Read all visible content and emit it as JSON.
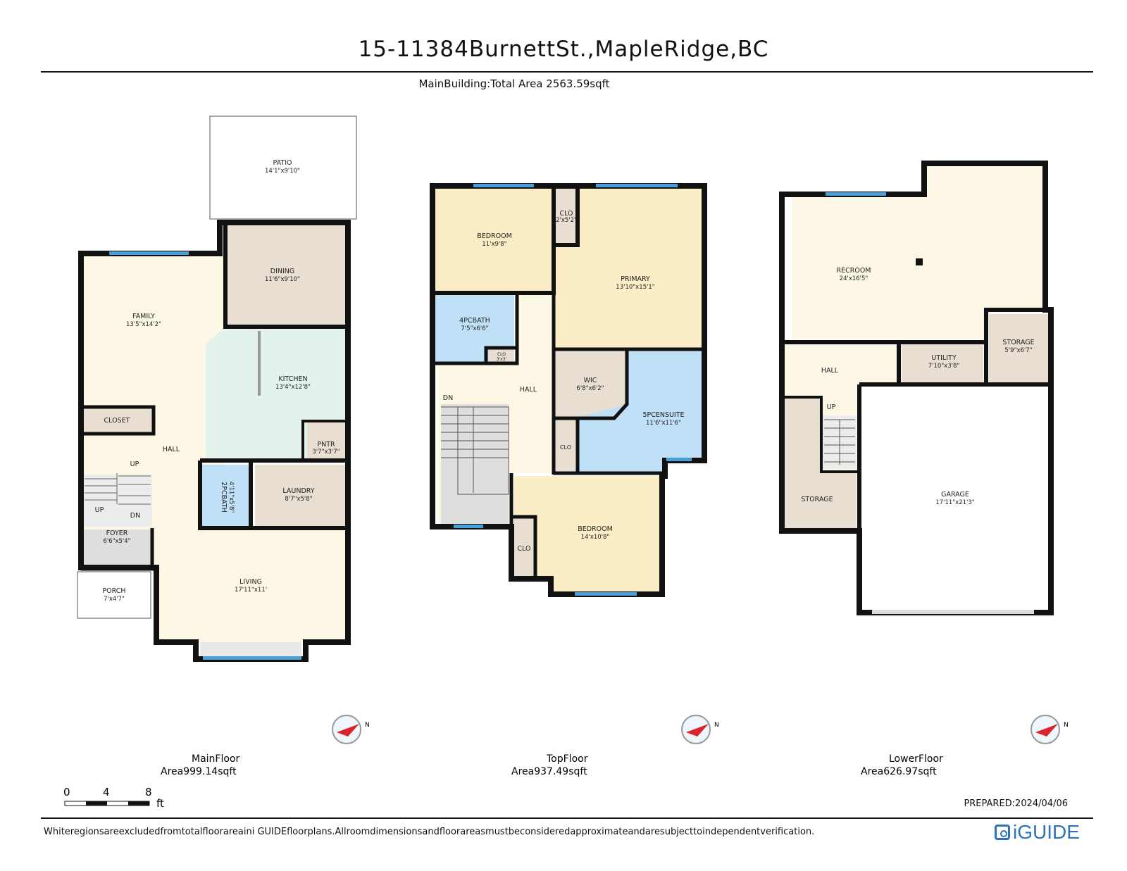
{
  "header": {
    "title": "15-11384BurnettSt.,MapleRidge,BC",
    "subtitle": "MainBuilding:Total Area 2563.59sqft"
  },
  "colors": {
    "wall": "#111111",
    "cream": "#fdf8e6",
    "yellow": "#fbedc5",
    "tan": "#e8ded1",
    "blue": "#bfe0f6",
    "mint": "#e3f3ec",
    "gray": "#dedede",
    "window": "#4b9fd8"
  },
  "floors": [
    {
      "name": "MainFloor",
      "area": "Area999.14sqft",
      "rooms": [
        {
          "name": "PATIO",
          "dim": "14'1\"x9'10\""
        },
        {
          "name": "DINING",
          "dim": "11'6\"x9'10\""
        },
        {
          "name": "FAMILY",
          "dim": "13'5\"x14'2\""
        },
        {
          "name": "KITCHEN",
          "dim": "13'4\"x12'8\""
        },
        {
          "name": "CLOSET",
          "dim": ""
        },
        {
          "name": "HALL",
          "dim": ""
        },
        {
          "name": "PNTR",
          "dim": "3'7\"x3'7\""
        },
        {
          "name": "2PCBATH",
          "dim": "4'11\"x5'8\""
        },
        {
          "name": "LAUNDRY",
          "dim": "8'7\"x5'8\""
        },
        {
          "name": "FOYER",
          "dim": "6'6\"x5'4\""
        },
        {
          "name": "PORCH",
          "dim": "7'x4'7\""
        },
        {
          "name": "LIVING",
          "dim": "17'11\"x11'"
        }
      ],
      "stairs": [
        "UP",
        "UP",
        "DN"
      ]
    },
    {
      "name": "TopFloor",
      "area": "Area937.49sqft",
      "rooms": [
        {
          "name": "BEDROOM",
          "dim": "11'x9'8\""
        },
        {
          "name": "CLO",
          "dim": "2'x5'2\""
        },
        {
          "name": "PRIMARY",
          "dim": "13'10\"x15'1\""
        },
        {
          "name": "4PCBATH",
          "dim": "7'5\"x6'6\""
        },
        {
          "name": "CLO",
          "dim": "3'x3'"
        },
        {
          "name": "HALL",
          "dim": ""
        },
        {
          "name": "WIC",
          "dim": "6'8\"x6'2\""
        },
        {
          "name": "5PCENSUITE",
          "dim": "11'6\"x11'6\""
        },
        {
          "name": "CLO",
          "dim": ""
        },
        {
          "name": "CLO",
          "dim": ""
        },
        {
          "name": "BEDROOM",
          "dim": "14'x10'8\""
        }
      ],
      "stairs": [
        "DN"
      ]
    },
    {
      "name": "LowerFloor",
      "area": "Area626.97sqft",
      "rooms": [
        {
          "name": "RECROOM",
          "dim": "24'x16'5\""
        },
        {
          "name": "HALL",
          "dim": ""
        },
        {
          "name": "UTILITY",
          "dim": "7'10\"x3'8\""
        },
        {
          "name": "STORAGE",
          "dim": "5'9\"x6'7\""
        },
        {
          "name": "STORAGE",
          "dim": ""
        },
        {
          "name": "GARAGE",
          "dim": "17'11\"x21'3\""
        }
      ],
      "stairs": [
        "UP"
      ]
    }
  ],
  "compass": {
    "label": "N"
  },
  "scale": {
    "ticks": [
      "0",
      "4",
      "8"
    ],
    "unit": "ft"
  },
  "footer": {
    "prepared": "PREPARED:2024/04/06",
    "disclaimer": "Whiteregionsareexcludedfromtotalfloorareaini GUIDEfloorplans.Allroomdimensionsandfloorareasmustbeconsideredapproximateandaresubjecttoindependentverification.",
    "logo": "iGUIDE"
  }
}
